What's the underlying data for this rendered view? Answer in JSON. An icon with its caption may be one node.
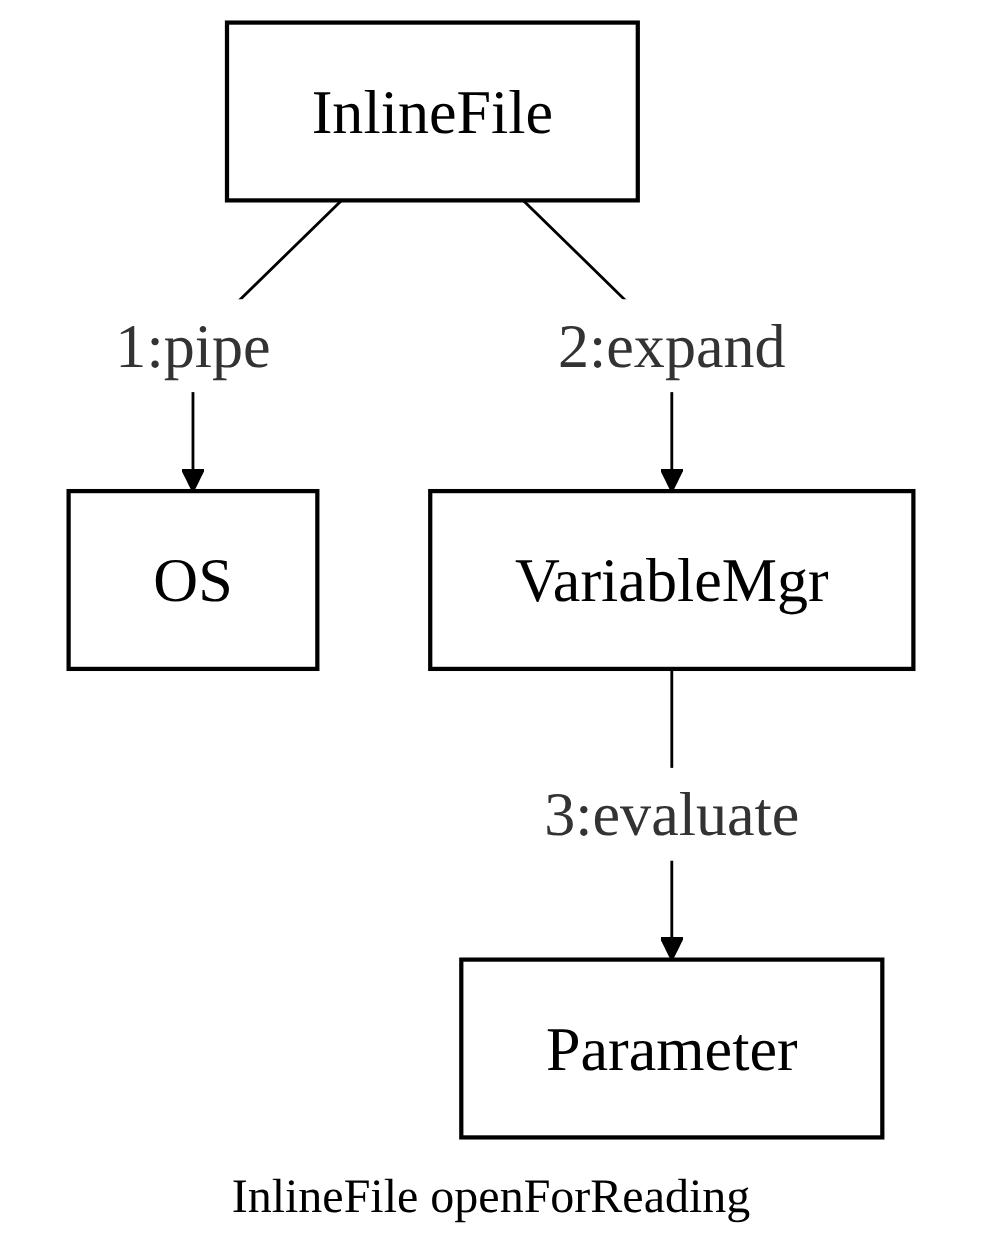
{
  "diagram": {
    "caption": "InlineFile openForReading",
    "nodes": [
      {
        "text": [
          "InlineFile"
        ]
      },
      {
        "text": [
          "OS"
        ]
      },
      {
        "text": [
          "VariableMgr"
        ]
      },
      {
        "text": [
          "Parameter"
        ]
      }
    ],
    "edges": [
      {
        "from": 0,
        "to": 1,
        "arrow": "to",
        "label": "1:pipe"
      },
      {
        "from": 0,
        "to": 2,
        "arrow": "to",
        "label": "2:expand"
      },
      {
        "from": 2,
        "to": 3,
        "arrow": "to",
        "label": "3:evaluate"
      }
    ]
  }
}
